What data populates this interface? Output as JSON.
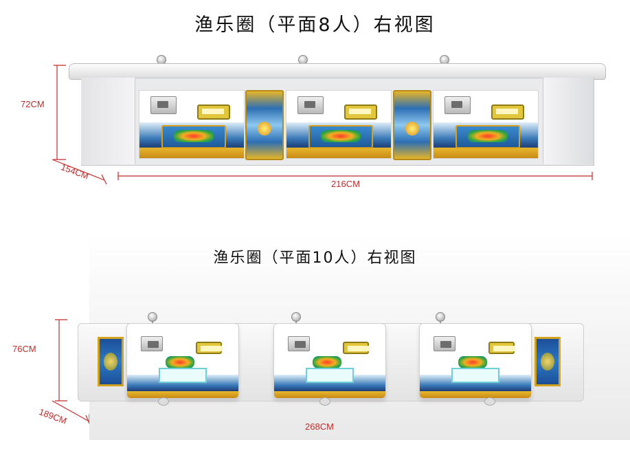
{
  "top_view": {
    "title": "渔乐圈（平面8人）右视图",
    "height_label": "72CM",
    "depth_label": "154CM",
    "width_label": "216CM"
  },
  "bottom_view": {
    "title": "渔乐圈（平面10人）右视图",
    "height_label": "76CM",
    "depth_label": "189CM",
    "width_label": "268CM"
  },
  "colors": {
    "dimension": "#c22a2a",
    "cabinet": "#e9eaec",
    "ocean_blue": "#2d6fb4",
    "gold_trim": "#d8a018"
  }
}
